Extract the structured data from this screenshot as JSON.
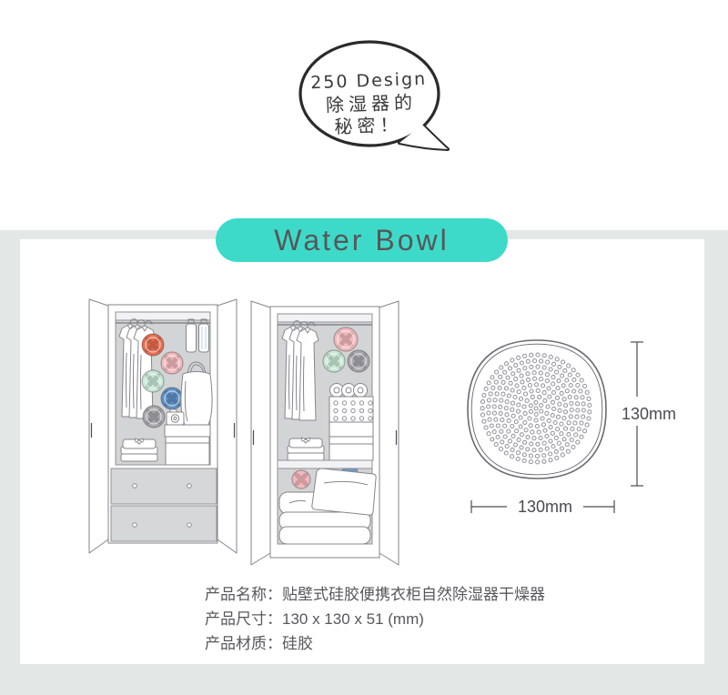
{
  "bubble": {
    "lines": [
      "250 Design",
      "除湿器的",
      "秘密！"
    ]
  },
  "banner": {
    "label": "Water Bowl",
    "color": "#3edac9"
  },
  "diagram": {
    "height_label": "130mm",
    "width_label": "130mm"
  },
  "product": {
    "fields": [
      {
        "label": "产品名称：",
        "value": "贴壁式硅胶便携衣柜自然除湿器干燥器"
      },
      {
        "label": "产品尺寸：",
        "value": "130 x 130 x 51 (mm)"
      },
      {
        "label": "产品材质：",
        "value": "硅胶"
      }
    ]
  },
  "colors": {
    "accent": "#3edac9",
    "panel_bg": "#e3e8e6",
    "ball_orange": "#e86d50",
    "ball_pink": "#f2b9bd",
    "ball_mint": "#c9e9d6",
    "ball_blue": "#5d8fc7",
    "ball_gray": "#a9a9ad"
  }
}
